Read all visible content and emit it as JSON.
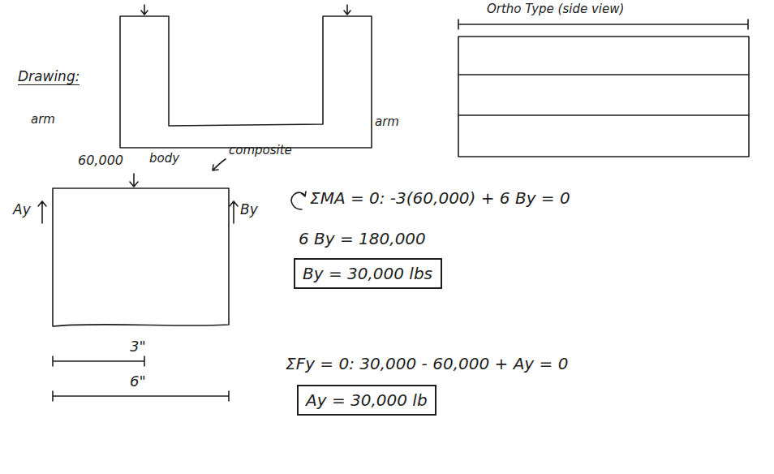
{
  "diagram": {
    "nodes": [
      {
        "text": [
          "By = 30,000 lbs"
        ]
      },
      {
        "text": [
          "Ay = 30,000 lb"
        ]
      }
    ],
    "labels": [
      "Drawing:",
      "arm",
      "arm",
      "60,000",
      "body",
      "composite",
      "Ortho Type (side view)",
      "Ay",
      "By",
      "3\"",
      "6\"",
      "ΣMA = 0:  -3(60,000) + 6 By = 0",
      "6 By = 180,000",
      "ΣFy = 0:  30,000 - 60,000 + Ay = 0"
    ]
  }
}
